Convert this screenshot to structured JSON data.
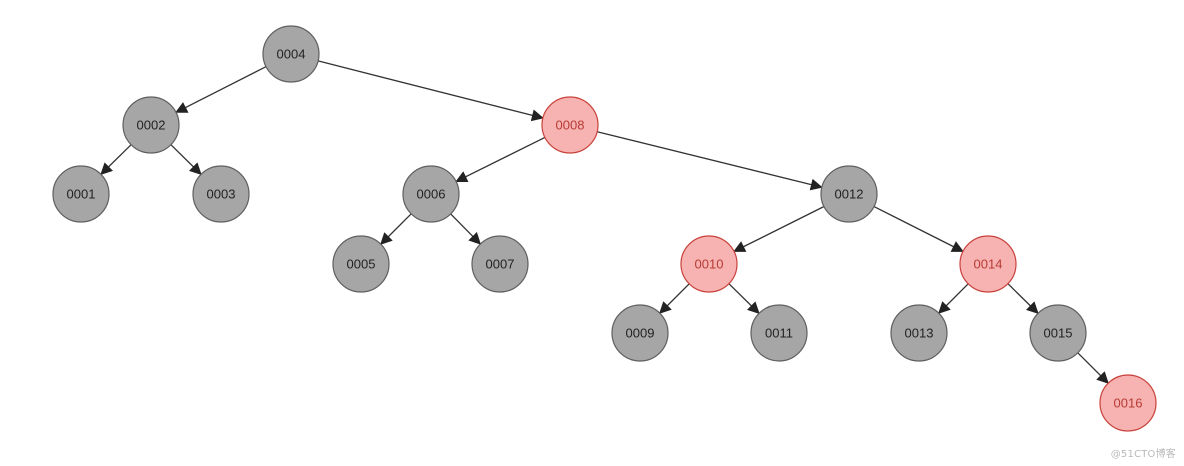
{
  "diagram": {
    "type": "red-black-tree",
    "colors": {
      "black_fill": "#a6a6a6",
      "black_stroke": "#5f5f5f",
      "black_text": "#222222",
      "red_fill": "#f6b3b1",
      "red_stroke": "#c9413b",
      "red_text": "#b83b36",
      "edge": "#333333"
    },
    "nodes": [
      {
        "id": "n4",
        "label": "0004",
        "color": "black"
      },
      {
        "id": "n2",
        "label": "0002",
        "color": "black"
      },
      {
        "id": "n8",
        "label": "0008",
        "color": "red"
      },
      {
        "id": "n1",
        "label": "0001",
        "color": "black"
      },
      {
        "id": "n3",
        "label": "0003",
        "color": "black"
      },
      {
        "id": "n6",
        "label": "0006",
        "color": "black"
      },
      {
        "id": "n12",
        "label": "0012",
        "color": "black"
      },
      {
        "id": "n5",
        "label": "0005",
        "color": "black"
      },
      {
        "id": "n7",
        "label": "0007",
        "color": "black"
      },
      {
        "id": "n10",
        "label": "0010",
        "color": "red"
      },
      {
        "id": "n14",
        "label": "0014",
        "color": "red"
      },
      {
        "id": "n9",
        "label": "0009",
        "color": "black"
      },
      {
        "id": "n11",
        "label": "0011",
        "color": "black"
      },
      {
        "id": "n13",
        "label": "0013",
        "color": "black"
      },
      {
        "id": "n15",
        "label": "0015",
        "color": "black"
      },
      {
        "id": "n16",
        "label": "0016",
        "color": "red"
      }
    ],
    "edges": [
      {
        "from": "n4",
        "to": "n2"
      },
      {
        "from": "n4",
        "to": "n8"
      },
      {
        "from": "n2",
        "to": "n1"
      },
      {
        "from": "n2",
        "to": "n3"
      },
      {
        "from": "n8",
        "to": "n6"
      },
      {
        "from": "n8",
        "to": "n12"
      },
      {
        "from": "n6",
        "to": "n5"
      },
      {
        "from": "n6",
        "to": "n7"
      },
      {
        "from": "n12",
        "to": "n10"
      },
      {
        "from": "n12",
        "to": "n14"
      },
      {
        "from": "n10",
        "to": "n9"
      },
      {
        "from": "n10",
        "to": "n11"
      },
      {
        "from": "n14",
        "to": "n13"
      },
      {
        "from": "n14",
        "to": "n15"
      },
      {
        "from": "n15",
        "to": "n16"
      }
    ]
  },
  "watermark": {
    "text": "@51CTO博客"
  }
}
